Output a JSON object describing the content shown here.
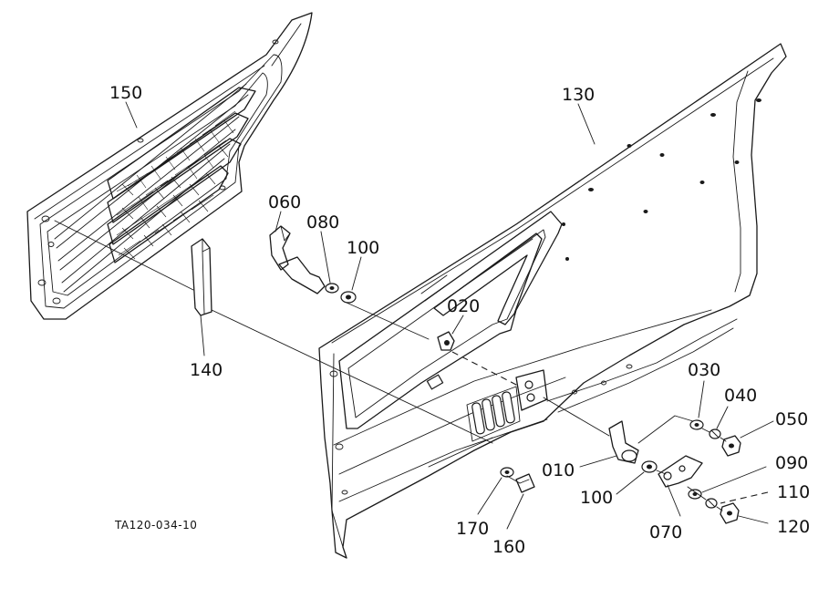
{
  "drawing_code": "TA120-034-10",
  "labels": {
    "p010": "010",
    "p020": "020",
    "p030": "030",
    "p040": "040",
    "p050": "050",
    "p060": "060",
    "p070": "070",
    "p080": "080",
    "p090": "090",
    "p100a": "100",
    "p100b": "100",
    "p110": "110",
    "p120": "120",
    "p130": "130",
    "p140": "140",
    "p150": "150",
    "p160": "160",
    "p170": "170"
  }
}
